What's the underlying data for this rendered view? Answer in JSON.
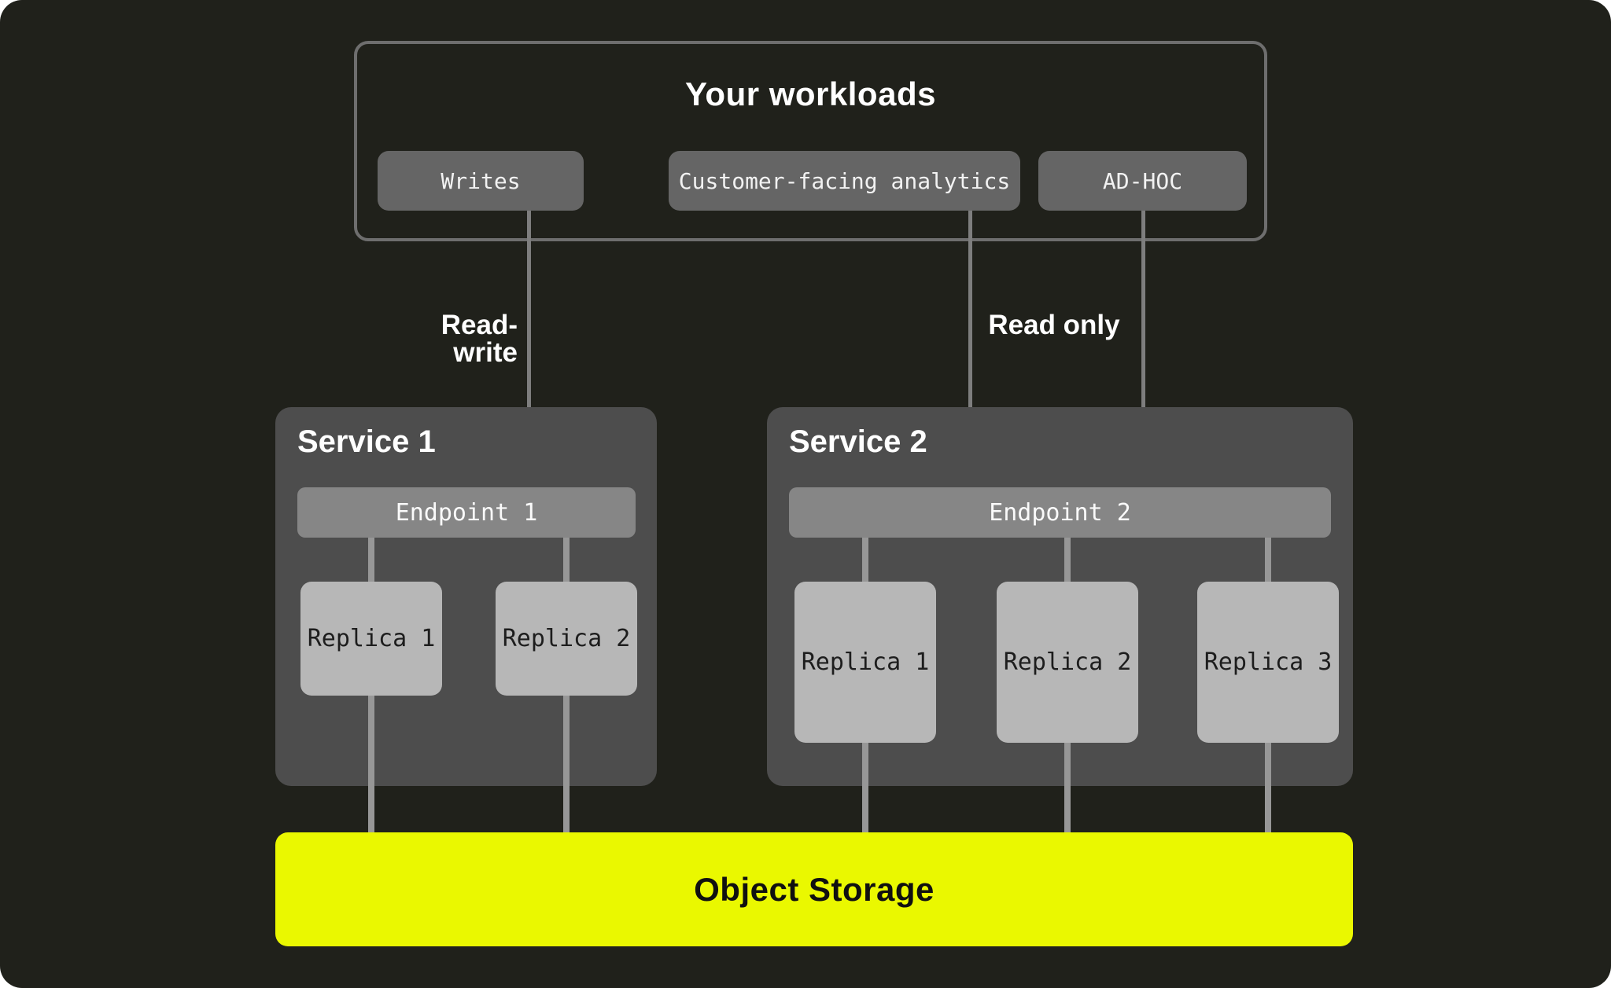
{
  "workloads": {
    "title": "Your workloads",
    "items": [
      {
        "label": "Writes"
      },
      {
        "label": "Customer-facing analytics"
      },
      {
        "label": "AD-HOC"
      }
    ]
  },
  "edges": {
    "read_write_label": "Read-write",
    "read_only_label": "Read only"
  },
  "services": [
    {
      "title": "Service 1",
      "endpoint": "Endpoint 1",
      "replicas": [
        "Replica 1",
        "Replica 2"
      ]
    },
    {
      "title": "Service 2",
      "endpoint": "Endpoint 2",
      "replicas": [
        "Replica 1",
        "Replica 2",
        "Replica 3"
      ]
    }
  ],
  "storage": {
    "label": "Object Storage"
  },
  "colors": {
    "background": "#20211b",
    "service_panel": "#4d4d4d",
    "workload_node": "#656565",
    "endpoint_node": "#868686",
    "replica_node": "#b7b7b7",
    "line": "#7e7e7e",
    "accent_storage": "#eaf800",
    "text_light": "#ffffff",
    "text_dark": "#1d1d1d"
  }
}
